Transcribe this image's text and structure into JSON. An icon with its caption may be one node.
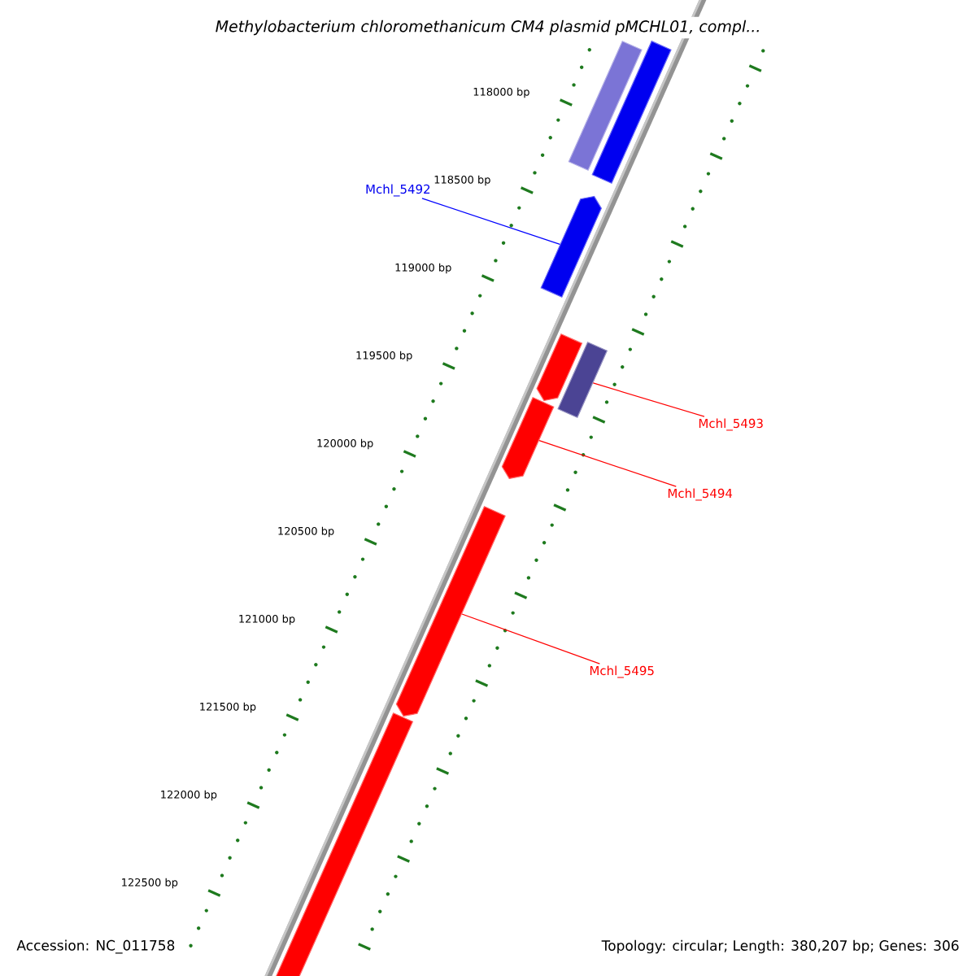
{
  "diagram": {
    "title": "Methylobacterium chloromethanicum CM4 plasmid pMCHL01, compl...",
    "nodes": [
      {
        "text": [],
        "shape": "bar"
      },
      {
        "text": [],
        "shape": "bar"
      },
      {
        "text": [
          "Mchl_5492"
        ]
      },
      {
        "text": [],
        "shape": "arrow"
      },
      {
        "text": [],
        "shape": "arrow"
      },
      {
        "text": [],
        "shape": "bar"
      },
      {
        "text": [
          "Mchl_5493"
        ]
      },
      {
        "text": [],
        "shape": "arrow"
      },
      {
        "text": [
          "Mchl_5494"
        ]
      },
      {
        "text": [],
        "shape": "arrow"
      },
      {
        "text": [
          "Mchl_5495"
        ]
      },
      {
        "text": [],
        "shape": "bar"
      }
    ],
    "edges": [
      {
        "from": 2,
        "to": 3,
        "arrow": "none",
        "color": "#0000ff"
      },
      {
        "from": 6,
        "to": 5,
        "arrow": "none"
      },
      {
        "from": 8,
        "to": 7,
        "arrow": "none"
      },
      {
        "from": 10,
        "to": 9,
        "arrow": "none"
      }
    ],
    "labels": [
      "118000 bp",
      "118500 bp",
      "119000 bp",
      "119500 bp",
      "120000 bp",
      "120500 bp",
      "121000 bp",
      "121500 bp",
      "122000 bp",
      "122500 bp",
      "Accession: NC_011758",
      "Topology: circular; Length: 380,207 bp; Genes: 306"
    ]
  }
}
